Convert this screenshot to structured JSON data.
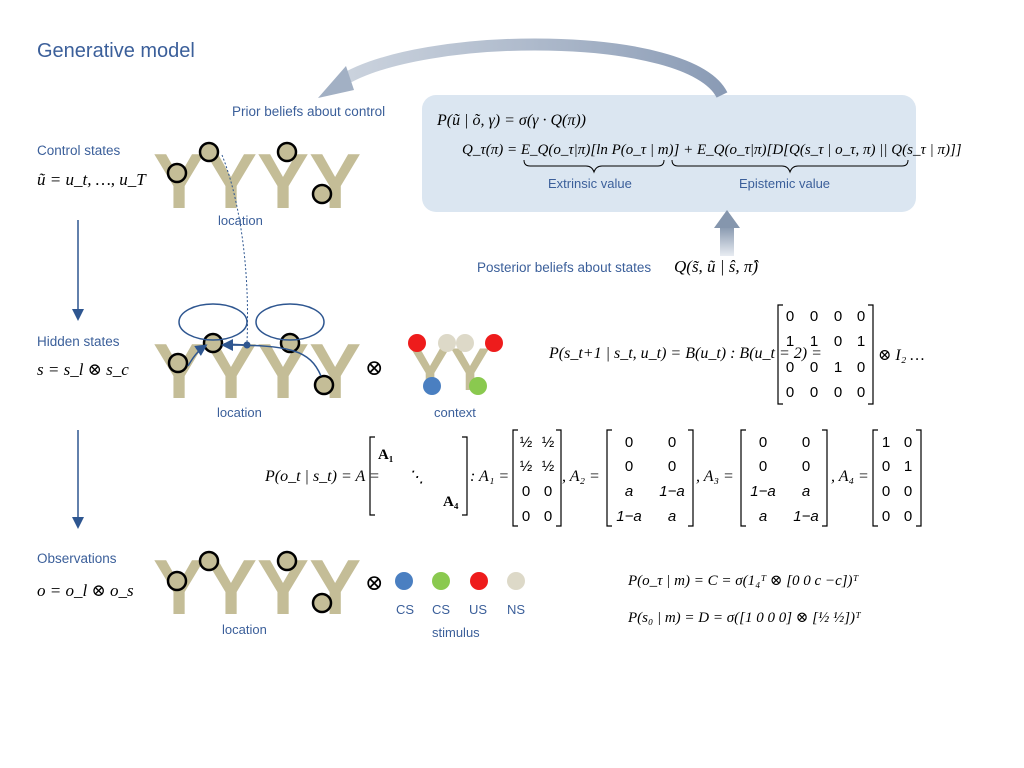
{
  "title": "Generative model",
  "rows": {
    "control": {
      "label": "Control states",
      "formula": "ũ = u_t, …, u_T",
      "sublabel": "location"
    },
    "hidden": {
      "label": "Hidden states",
      "formula": "s = s_l ⊗ s_c",
      "sublabel_location": "location",
      "sublabel_context": "context"
    },
    "observations": {
      "label": "Observations",
      "formula": "o = o_l ⊗ o_s",
      "sublabel_location": "location",
      "sublabel_stimulus": "stimulus"
    }
  },
  "prior": {
    "label": "Prior beliefs about control"
  },
  "panel": {
    "eq1": "P(ũ | õ, γ) = σ(γ · Q(π))",
    "eq2": "Q_τ(π) = E_Q(o_τ|π)[ln P(o_τ | m)] + E_Q(o_τ|π)[D[Q(s_τ | o_τ, π) || Q(s_τ | π)]]",
    "extrinsic": "Extrinsic value",
    "epistemic": "Epistemic value"
  },
  "posterior": {
    "label": "Posterior beliefs about states",
    "formula": "Q(s̃, ũ | ŝ, π̂)"
  },
  "transition": {
    "lhs": "P(s_t+1 | s_t, u_t) = B(u_t) : B(u_t = 2) =",
    "matrix": [
      [
        "0",
        "0",
        "0",
        "0"
      ],
      [
        "1",
        "1",
        "0",
        "1"
      ],
      [
        "0",
        "0",
        "1",
        "0"
      ],
      [
        "0",
        "0",
        "0",
        "0"
      ]
    ],
    "rhs": "⊗ I₂ …"
  },
  "likelihood": {
    "lhs": "P(o_t | s_t) = A =",
    "diag_top": "A₁",
    "diag_dots": "⋱",
    "diag_bottom": "A₄",
    "a1_label": ": A₁ =",
    "a1": [
      [
        "½",
        "½"
      ],
      [
        "½",
        "½"
      ],
      [
        "0",
        "0"
      ],
      [
        "0",
        "0"
      ]
    ],
    "a2_label": ", A₂ =",
    "a2": [
      [
        "0",
        "0"
      ],
      [
        "0",
        "0"
      ],
      [
        "a",
        "1−a"
      ],
      [
        "1−a",
        "a"
      ]
    ],
    "a3_label": ", A₃ =",
    "a3": [
      [
        "0",
        "0"
      ],
      [
        "0",
        "0"
      ],
      [
        "1−a",
        "a"
      ],
      [
        "a",
        "1−a"
      ]
    ],
    "a4_label": ", A₄ =",
    "a4": [
      [
        "1",
        "0"
      ],
      [
        "0",
        "1"
      ],
      [
        "0",
        "0"
      ],
      [
        "0",
        "0"
      ]
    ]
  },
  "preferences": {
    "c_eq": "P(o_τ | m) = C = σ(1₄ᵀ ⊗ [0   0   c   −c])ᵀ",
    "d_eq": "P(s₀ | m) = D = σ([1   0   0   0] ⊗ [½   ½])ᵀ"
  },
  "stimulus_legend": [
    {
      "label": "CS",
      "color": "#4a7fc1"
    },
    {
      "label": "CS",
      "color": "#8ac94f"
    },
    {
      "label": "US",
      "color": "#ee1c1c"
    },
    {
      "label": "NS",
      "color": "#ddd9c8"
    }
  ],
  "context_legend": {
    "colors": [
      "#ee1c1c",
      "#ddd9c8",
      "#ddd9c8",
      "#ee1c1c",
      "#4a7fc1",
      "#8ac94f"
    ]
  },
  "colors": {
    "maze": "#c4bd97",
    "accent": "#3b5f9a",
    "arrow": "#2e5690",
    "panel": "#dbe6f1",
    "node_fill": "#c4bd97"
  },
  "kron_symbol": "⊗"
}
